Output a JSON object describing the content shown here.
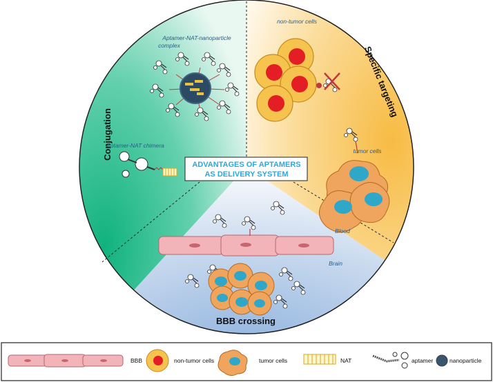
{
  "sections": {
    "conjugation": "Conjugation",
    "specific_targeting": "Specific targeting",
    "bbb_crossing": "BBB crossing"
  },
  "center_box": {
    "line1": "ADVANTAGES OF APTAMERS",
    "line2": "AS DELIVERY SYSTEM"
  },
  "labels": {
    "complex_line1": "Aptamer-NAT-nanoparticle",
    "complex_line2": "complex",
    "chimera": "Aptamer-NAT chimera",
    "non_tumor": "non-tumor cells",
    "tumor": "tumor cells",
    "blood": "Blood",
    "brain": "Brain"
  },
  "legend": {
    "bbb": "BBB",
    "non_tumor": "non-tumor cells",
    "tumor": "tumor cells",
    "nat": "NAT",
    "aptamer": "aptamer",
    "nanoparticle": "nanoparticle"
  },
  "colors": {
    "conjugation": "#1fbf8f",
    "targeting": "#f7c25a",
    "bbb": "#a9c4e4",
    "center_text": "#27a9e1",
    "tumor_cell": "#f0a55e",
    "tumor_nucleus": "#2fa7c8",
    "non_tumor_cell": "#f6c34e",
    "non_tumor_nucleus": "#e31e24",
    "vessel": "#f2b4b8"
  }
}
